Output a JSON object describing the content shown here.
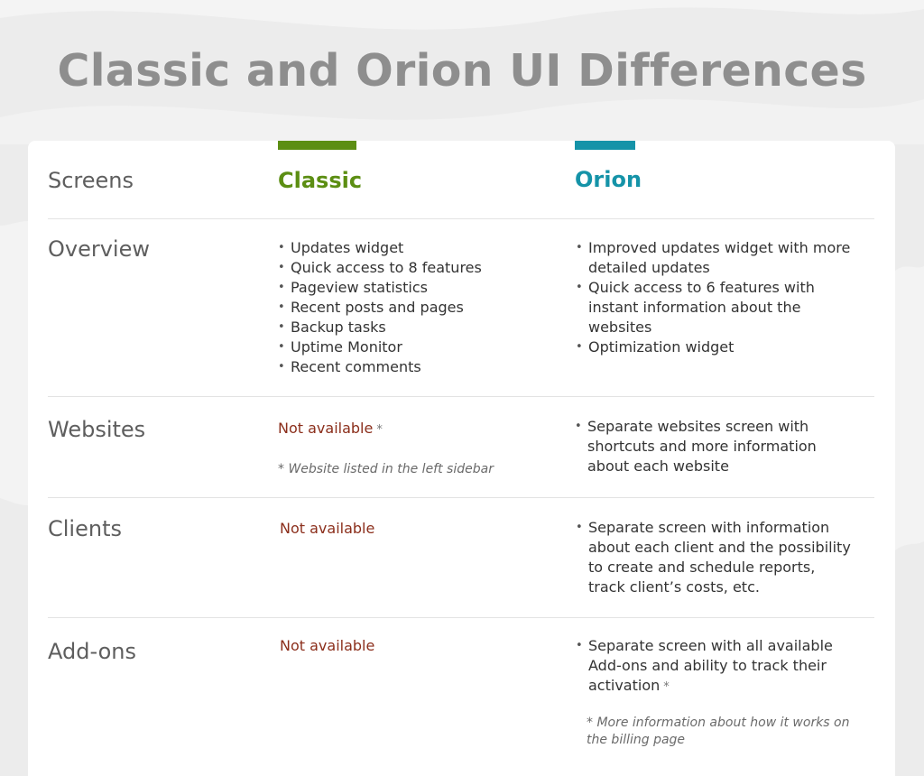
{
  "title": "Classic and Orion UI Differences",
  "colors": {
    "classic": "#5c8e13",
    "orion": "#1593a8",
    "not_available": "#8b2e1b"
  },
  "headers": {
    "screens": "Screens",
    "classic": "Classic",
    "orion": "Orion"
  },
  "rows": {
    "overview": {
      "label": "Overview",
      "classic": [
        "Updates widget",
        "Quick access to 8 features",
        "Pageview statistics",
        "Recent posts and pages",
        "Backup tasks",
        "Uptime Monitor",
        "Recent comments"
      ],
      "orion": [
        "Improved updates widget with more detailed updates",
        "Quick access to 6 features with instant information about the websites",
        "Optimization widget"
      ]
    },
    "websites": {
      "label": "Websites",
      "classic_na": "Not available",
      "classic_star": "*",
      "classic_note": "* Website listed in the left sidebar",
      "orion": [
        "Separate websites screen with shortcuts and more information about each website"
      ]
    },
    "clients": {
      "label": "Clients",
      "classic_na": "Not available",
      "orion": [
        "Separate screen with information about each client and the possibility to create and schedule reports, track client’s costs, etc."
      ]
    },
    "addons": {
      "label": "Add-ons",
      "classic_na": "Not available",
      "orion": [
        "Separate screen with all available Add-ons and ability to track their activation"
      ],
      "orion_star": "*",
      "orion_note": "* More information about how it works on the billing page"
    }
  }
}
